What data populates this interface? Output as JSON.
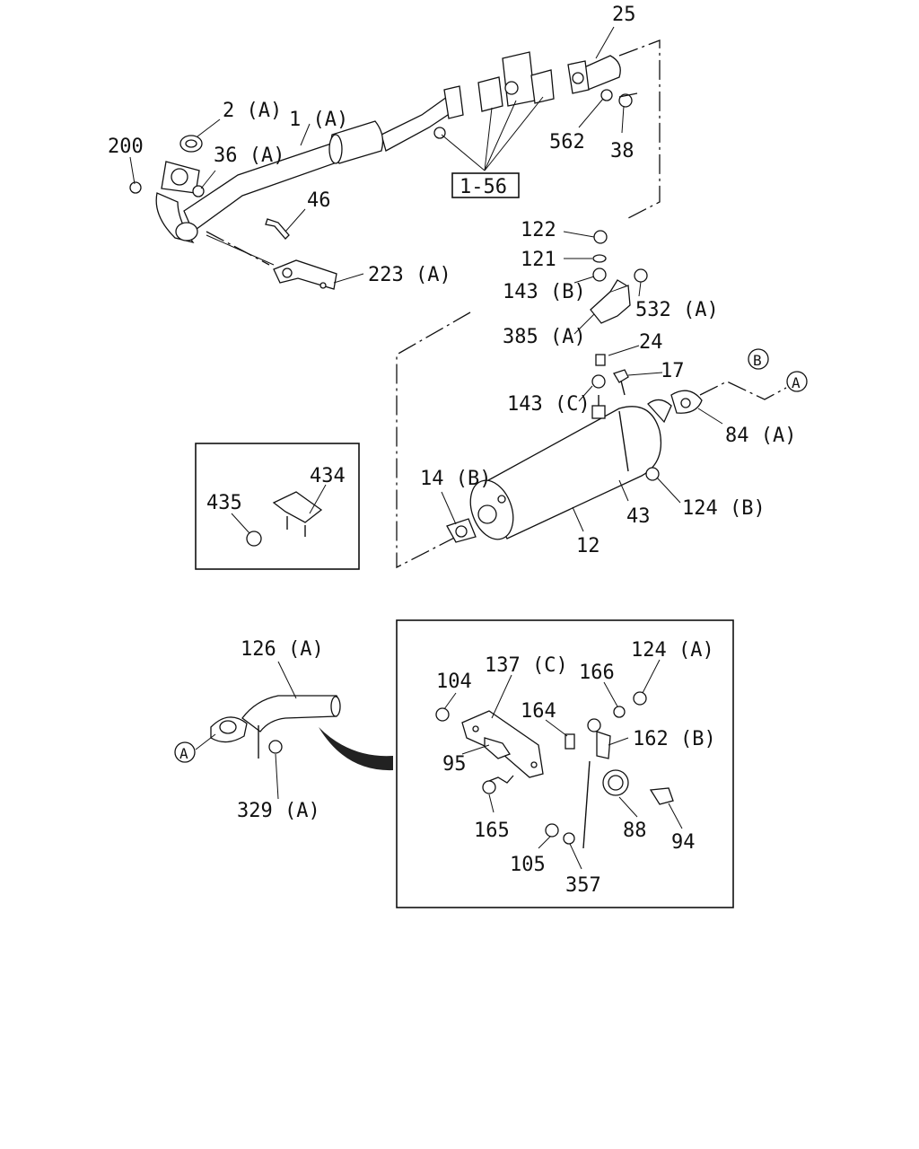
{
  "labels": {
    "l25": "25",
    "l2a": "2 (A)",
    "l1a": "1 (A)",
    "l200": "200",
    "l36a": "36 (A)",
    "l562": "562",
    "l38": "38",
    "l156": "1-56",
    "l46": "46",
    "l223a": "223 (A)",
    "l122": "122",
    "l121": "121",
    "l143b": "143 (B)",
    "l532a": "532 (A)",
    "l385a": "385 (A)",
    "l24": "24",
    "l17": "17",
    "l143c": "143 (C)",
    "lB": "B",
    "lA1": "A",
    "l84a": "84 (A)",
    "l434": "434",
    "l435": "435",
    "l14b": "14 (B)",
    "l43": "43",
    "l124b": "124 (B)",
    "l12": "12",
    "l126a": "126 (A)",
    "lA2": "A",
    "l329a": "329 (A)",
    "l104": "104",
    "l137c": "137 (C)",
    "l166": "166",
    "l124a": "124 (A)",
    "l164": "164",
    "l162b": "162 (B)",
    "l95": "95",
    "l165": "165",
    "l88": "88",
    "l94": "94",
    "l105": "105",
    "l357": "357"
  }
}
